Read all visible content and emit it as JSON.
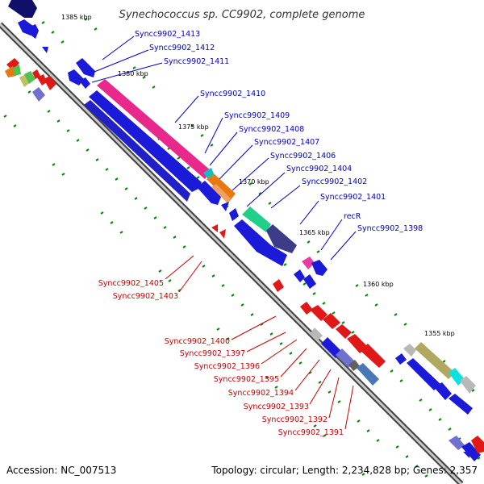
{
  "title": "Synechococcus sp. CC9902, complete genome",
  "accession": "Accession: NC_007513",
  "topology": "Topology: circular; Length: 2,234,828 bp; Genes: 2,357",
  "ticks": {
    "t1385": "1385 kbp",
    "t1380": "1380 kbp",
    "t1375": "1375 kbp",
    "t1370": "1370 kbp",
    "t1365": "1365 kbp",
    "t1360": "1360 kbp",
    "t1355": "1355 kbp"
  },
  "labels": {
    "s1413": "Syncc9902_1413",
    "s1412": "Syncc9902_1412",
    "s1411": "Syncc9902_1411",
    "s1410": "Syncc9902_1410",
    "s1409": "Syncc9902_1409",
    "s1408": "Syncc9902_1408",
    "s1407": "Syncc9902_1407",
    "s1406": "Syncc9902_1406",
    "s1404": "Syncc9902_1404",
    "s1402": "Syncc9902_1402",
    "s1401": "Syncc9902_1401",
    "recR": "recR",
    "s1398": "Syncc9902_1398",
    "s1405": "Syncc9902_1405",
    "s1403": "Syncc9902_1403",
    "s1400": "Syncc9902_1400",
    "s1397": "Syncc9902_1397",
    "s1396": "Syncc9902_1396",
    "s1395": "Syncc9902_1395",
    "s1394": "Syncc9902_1394",
    "s1393": "Syncc9902_1393",
    "s1392": "Syncc9902_1392",
    "s1391": "Syncc9902_1391"
  },
  "colors": {
    "forward": "#1a1ad8",
    "reverse": "#e01818",
    "backbone": "#808080",
    "tick": "#008800",
    "magenta": "#e8288a",
    "orange": "#e87810",
    "teal": "#20d08a",
    "slate": "#3c3c88",
    "pink": "#e83ca0",
    "grey": "#b8b8b8",
    "lavender": "#7070d0",
    "darkgrey": "#606060",
    "steelblue": "#4878b8",
    "olive": "#b0a860",
    "cyan": "#10e0e0",
    "green": "#50c050"
  }
}
